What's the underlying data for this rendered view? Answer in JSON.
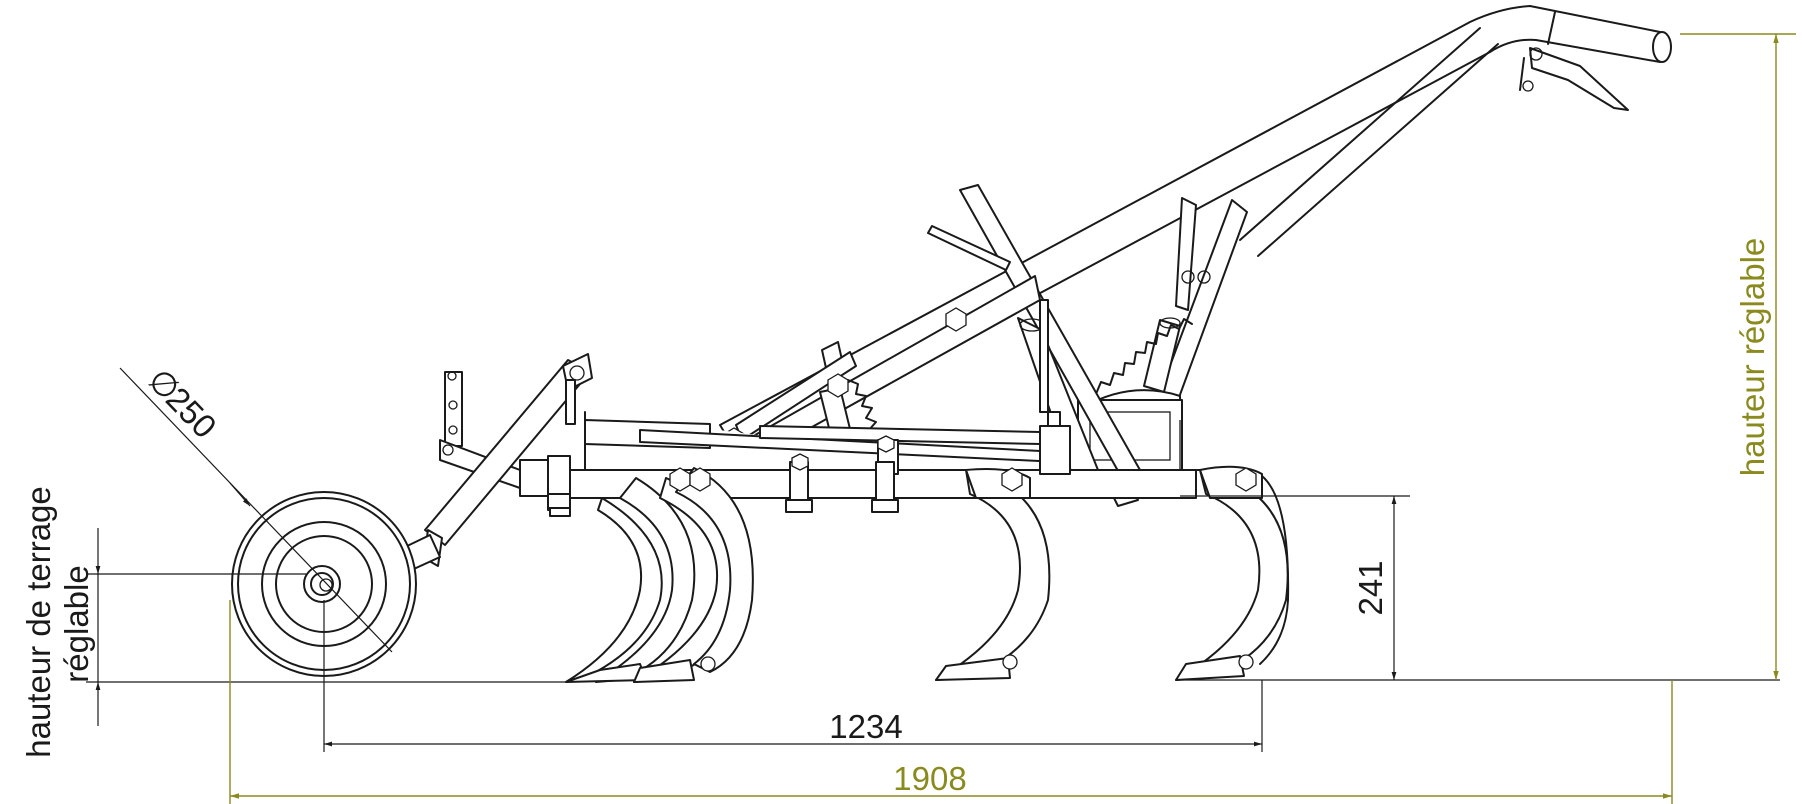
{
  "dimensions": {
    "overall_length": "1908",
    "wheelbase_to_last_tine": "1234",
    "tine_depth": "241",
    "wheel_diameter": "250",
    "diameter_symbol": "∅"
  },
  "labels": {
    "wheel_height_line1": "hauteur de terrage",
    "wheel_height_line2": "réglable",
    "handle_height": "hauteur réglable"
  },
  "colors": {
    "line": "#1a1a1a",
    "dimension_highlight": "#8a8a1e"
  }
}
